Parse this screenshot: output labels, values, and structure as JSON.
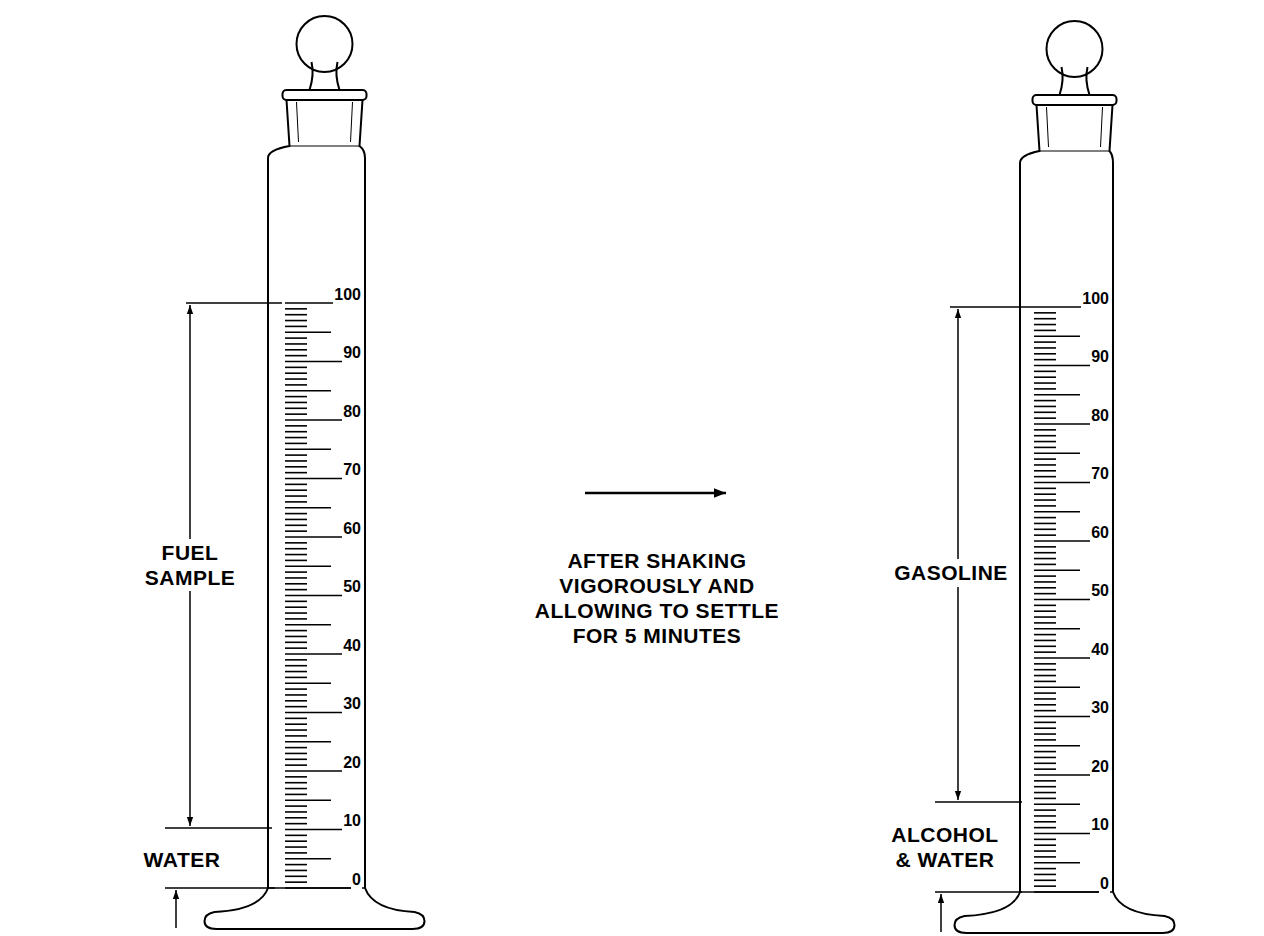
{
  "diagram": {
    "labels": [
      "100",
      "90",
      "80",
      "70",
      "60",
      "50",
      "40",
      "30",
      "20",
      "10",
      "0",
      "FUEL SAMPLE",
      "WATER",
      "AFTER SHAKING VIGOROUSLY AND ALLOWING TO SETTLE FOR 5 MINUTES",
      "100",
      "90",
      "80",
      "70",
      "60",
      "50",
      "40",
      "30",
      "20",
      "10",
      "0",
      "GASOLINE",
      "ALCOHOL & WATER"
    ]
  }
}
